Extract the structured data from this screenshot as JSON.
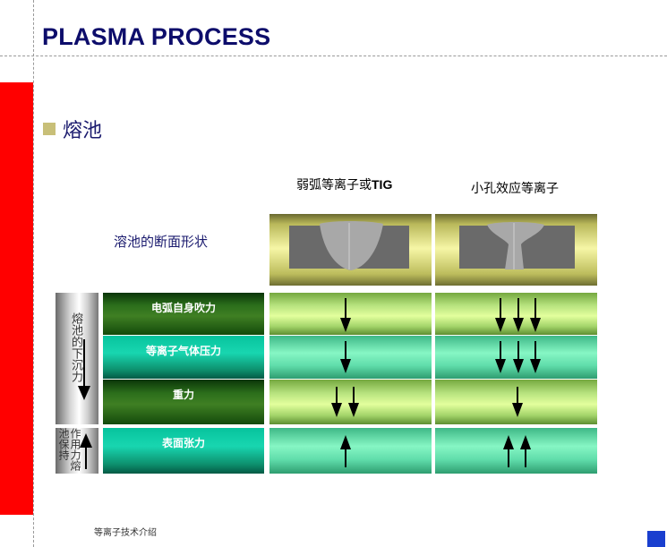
{
  "title": "PLASMA PROCESS",
  "section": "熔池",
  "columns": [
    {
      "label_cn": "弱弧等离子或",
      "label_en": "TIG"
    },
    {
      "label_cn": "小孔效应等离子",
      "label_en": ""
    }
  ],
  "shape_row_label": "溶池的断面形状",
  "side_labels": {
    "downward": "熔池的下沉力",
    "upward": "作用力熔池保持"
  },
  "forces": [
    {
      "label": "电弧自身吹力",
      "col1_arrows": 1,
      "col2_arrows": 3,
      "direction": "down"
    },
    {
      "label": "等离子气体压力",
      "col1_arrows": 1,
      "col2_arrows": 3,
      "direction": "down"
    },
    {
      "label": "重力",
      "col1_arrows": 2,
      "col2_arrows": 1,
      "direction": "down"
    },
    {
      "label": "表面张力",
      "col1_arrows": 1,
      "col2_arrows": 2,
      "direction": "up"
    }
  ],
  "footer": "等离子技术介绍",
  "colors": {
    "title": "#0d0d6b",
    "red_bar": "#ff0000",
    "bullet": "#c8bf78",
    "corner_square": "#1a3fcf"
  }
}
